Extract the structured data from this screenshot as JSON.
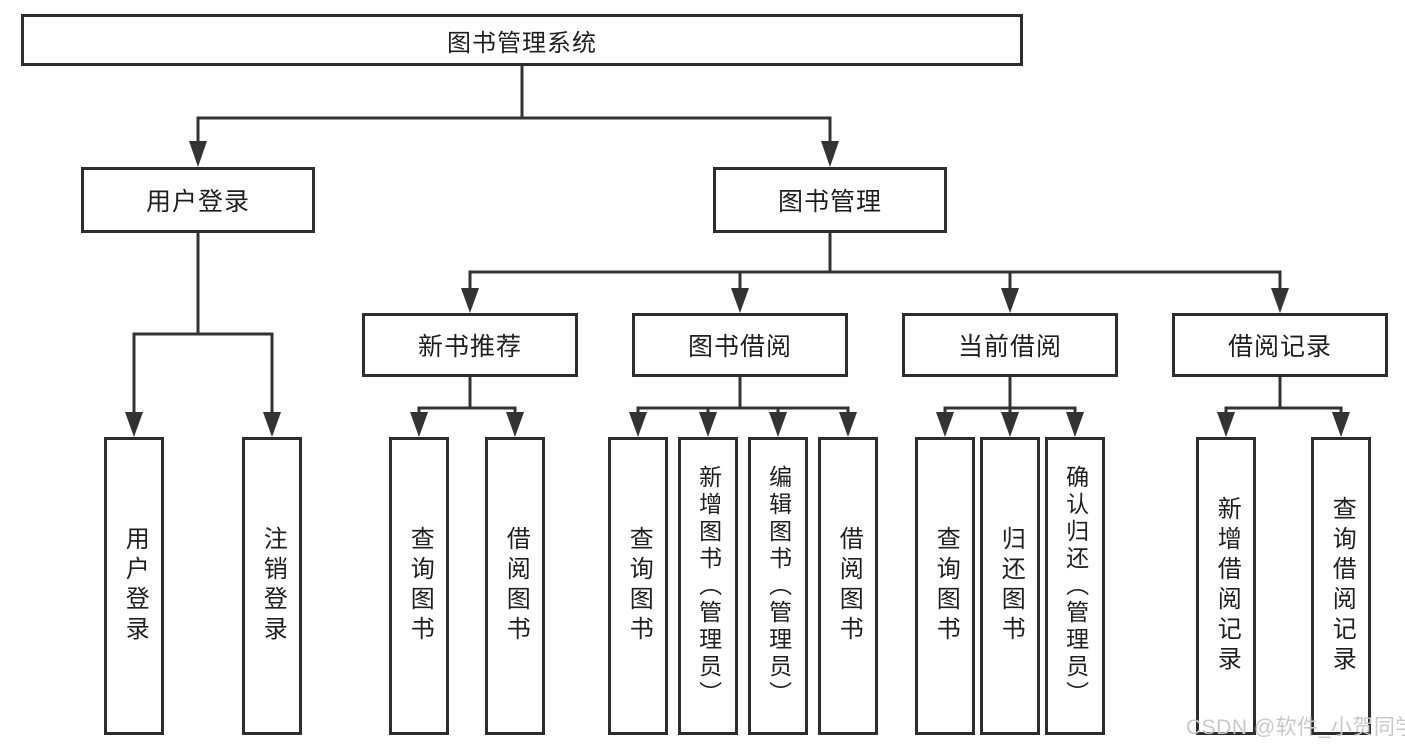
{
  "diagram": {
    "root": {
      "label": "图书管理系统"
    },
    "level2": {
      "user_login": {
        "label": "用户登录"
      },
      "book_management": {
        "label": "图书管理"
      }
    },
    "level3": {
      "new_book_recommend": {
        "label": "新书推荐"
      },
      "book_borrow": {
        "label": "图书借阅"
      },
      "current_borrow": {
        "label": "当前借阅"
      },
      "borrow_record": {
        "label": "借阅记录"
      }
    },
    "leaves": {
      "user_login": [
        "用户登录",
        "注销登录"
      ],
      "new_book_recommend": [
        "查询图书",
        "借阅图书"
      ],
      "book_borrow": [
        "查询图书",
        "新增图书（管理员）",
        "编辑图书（管理员）",
        "借阅图书"
      ],
      "current_borrow": [
        "查询图书",
        "归还图书",
        "确认归还（管理员）"
      ],
      "borrow_record": [
        "新增借阅记录",
        "查询借阅记录"
      ]
    }
  },
  "watermark": {
    "text": "CSDN @软件_小贺同学",
    "color": "#c8c8c8"
  },
  "colors": {
    "line": "#333333",
    "box_border": "#2d2d2d",
    "text": "#1f1f1f",
    "background": "#ffffff"
  }
}
